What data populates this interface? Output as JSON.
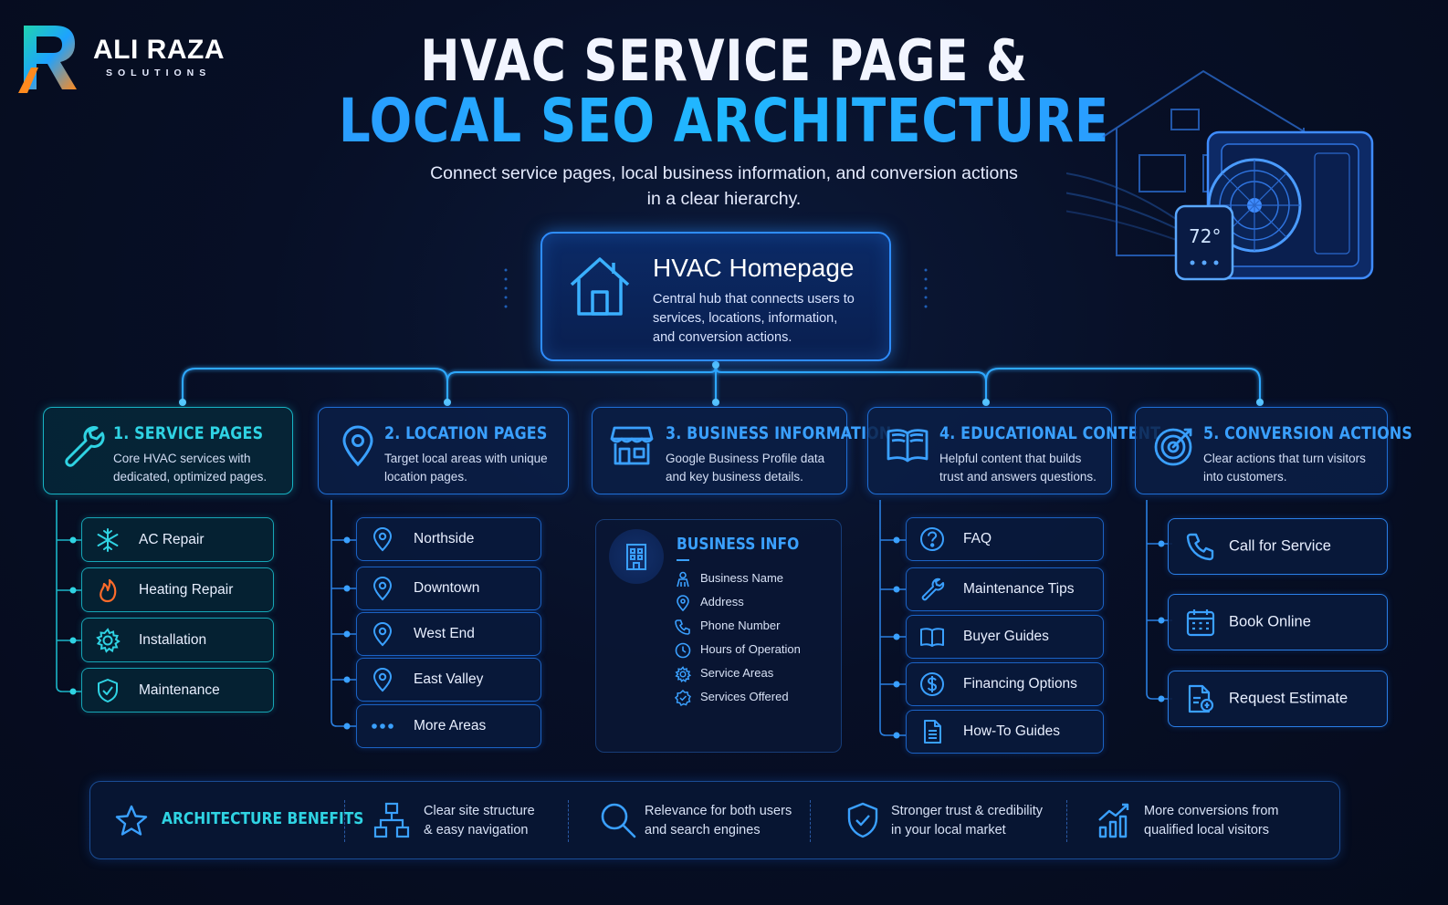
{
  "brand": {
    "name": "ALI RAZA",
    "tagline": "SOLUTIONS"
  },
  "title": {
    "line1": "HVAC SERVICE PAGE &",
    "line2": "LOCAL SEO ARCHITECTURE"
  },
  "subtitle": {
    "line1": "Connect service pages, local business information, and conversion actions",
    "line2": "in a clear hierarchy."
  },
  "thermostat": {
    "temp": "72°"
  },
  "homepage": {
    "title": "HVAC Homepage",
    "desc": [
      "Central hub that connects users to",
      "services, locations, information,",
      "and conversion actions."
    ],
    "icon": "house-icon"
  },
  "categories": [
    {
      "title": "1. SERVICE PAGES",
      "desc": [
        "Core HVAC services with",
        "dedicated, optimized pages."
      ],
      "icon": "wrench-icon",
      "items": [
        {
          "label": "AC Repair",
          "icon": "snowflake-icon"
        },
        {
          "label": "Heating Repair",
          "icon": "flame-icon"
        },
        {
          "label": "Installation",
          "icon": "gear-icon"
        },
        {
          "label": "Maintenance",
          "icon": "shield-check-icon"
        }
      ]
    },
    {
      "title": "2. LOCATION PAGES",
      "desc": [
        "Target local areas with unique",
        "location pages."
      ],
      "icon": "map-pin-icon",
      "items": [
        {
          "label": "Northside",
          "icon": "map-pin-icon"
        },
        {
          "label": "Downtown",
          "icon": "map-pin-icon"
        },
        {
          "label": "West End",
          "icon": "map-pin-icon"
        },
        {
          "label": "East Valley",
          "icon": "map-pin-icon"
        },
        {
          "label": "More Areas",
          "icon": "dots-icon"
        }
      ]
    },
    {
      "title": "3. BUSINESS INFORMATION",
      "desc": [
        "Google Business Profile data",
        "and key business details."
      ],
      "icon": "storefront-icon"
    },
    {
      "title": "4. EDUCATIONAL CONTENT",
      "desc": [
        "Helpful content that builds",
        "trust and answers questions."
      ],
      "icon": "book-icon",
      "items": [
        {
          "label": "FAQ",
          "icon": "question-icon"
        },
        {
          "label": "Maintenance Tips",
          "icon": "wrench-icon"
        },
        {
          "label": "Buyer Guides",
          "icon": "book-icon"
        },
        {
          "label": "Financing Options",
          "icon": "dollar-icon"
        },
        {
          "label": "How-To Guides",
          "icon": "document-icon"
        }
      ]
    },
    {
      "title": "5. CONVERSION ACTIONS",
      "desc": [
        "Clear actions that turn visitors",
        "into customers."
      ],
      "icon": "target-icon",
      "items": [
        {
          "label": "Call for Service",
          "icon": "phone-icon"
        },
        {
          "label": "Book Online",
          "icon": "calendar-icon"
        },
        {
          "label": "Request Estimate",
          "icon": "estimate-icon"
        }
      ]
    }
  ],
  "business_info": {
    "title": "BUSINESS INFO",
    "rows": [
      {
        "label": "Business Name",
        "icon": "person-icon"
      },
      {
        "label": "Address",
        "icon": "map-pin-icon"
      },
      {
        "label": "Phone Number",
        "icon": "phone-icon"
      },
      {
        "label": "Hours of Operation",
        "icon": "clock-icon"
      },
      {
        "label": "Service Areas",
        "icon": "gear-icon"
      },
      {
        "label": "Services Offered",
        "icon": "badge-icon"
      }
    ]
  },
  "benefits": {
    "title": "ARCHITECTURE BENEFITS",
    "items": [
      {
        "lines": [
          "Clear site structure",
          "& easy navigation"
        ],
        "icon": "sitemap-icon"
      },
      {
        "lines": [
          "Relevance for both users",
          "and search engines"
        ],
        "icon": "search-icon"
      },
      {
        "lines": [
          "Stronger trust & credibility",
          "in your local market"
        ],
        "icon": "shield-check-icon"
      },
      {
        "lines": [
          "More conversions from",
          "qualified local visitors"
        ],
        "icon": "growth-chart-icon"
      }
    ]
  },
  "colors": {
    "background": "#070f26",
    "teal": "#2fd3e3",
    "blue": "#3aa0ff",
    "title_blue": "#20b8ff"
  }
}
